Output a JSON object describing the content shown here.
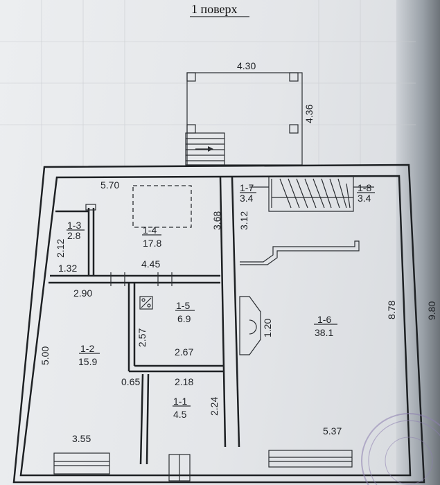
{
  "title": "1 поверх",
  "porch": {
    "width": "4.30",
    "depth": "4.36"
  },
  "rooms": [
    {
      "id": "1-1",
      "area": "4.5"
    },
    {
      "id": "1-2",
      "area": "15.9"
    },
    {
      "id": "1-3",
      "area": "2.8"
    },
    {
      "id": "1-4",
      "area": "17.8"
    },
    {
      "id": "1-5",
      "area": "6.9"
    },
    {
      "id": "1-6",
      "area": "38.1"
    },
    {
      "id": "1-7",
      "area": "3.4"
    },
    {
      "id": "1-8",
      "area": "3.4"
    }
  ],
  "dimensions": {
    "d570": "5.70",
    "d368": "3.68",
    "d212": "2.12",
    "d132": "1.32",
    "d445": "4.45",
    "d290": "2.90",
    "d500": "5.00",
    "d257": "2.57",
    "d267": "2.67",
    "d065": "0.65",
    "d218": "2.18",
    "d224": "2.24",
    "d355": "3.55",
    "d312": "3.12",
    "d120": "1.20",
    "d878": "8.78",
    "d537": "5.37",
    "d980": "9.80"
  }
}
